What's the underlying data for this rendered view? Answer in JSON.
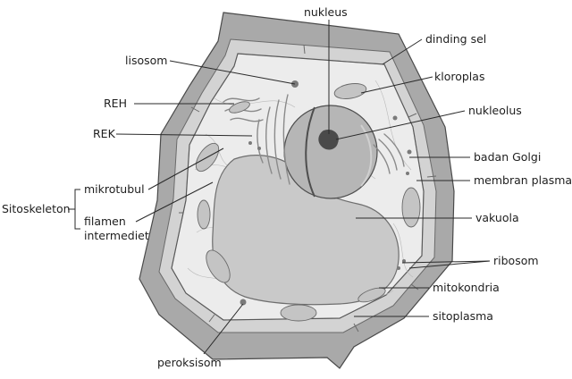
{
  "labels": {
    "nukleus": "nukleus",
    "dinding_sel": "dinding sel",
    "lisosom": "lisosom",
    "kloroplas": "kloroplas",
    "reh": "REH",
    "nukleolus": "nukleolus",
    "rek": "REK",
    "badan_golgi": "badan Golgi",
    "membran_plasma": "membran plasma",
    "sitoskeleton": "Sitoskeleton",
    "mikrotubul": "mikrotubul",
    "filamen_line1": "filamen",
    "filamen_line2": "intermediet",
    "vakuola": "vakuola",
    "ribosom": "ribosom",
    "mitokondria": "mitokondria",
    "sitoplasma": "sitoplasma",
    "peroksisom": "peroksisom"
  },
  "colors": {
    "wall_outer": "#a9a9a9",
    "wall_inner": "#d3d3d3",
    "cytoplasm": "#ececec",
    "vacuole": "#c9c9c9",
    "nucleus": "#b6b6b6",
    "nucleolus": "#4a4a4a",
    "text": "#1e1e1e"
  }
}
